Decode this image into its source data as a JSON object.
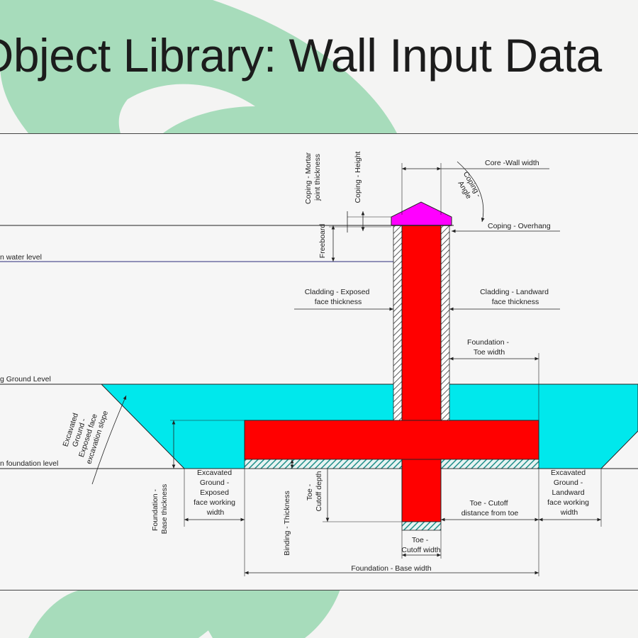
{
  "slide": {
    "title": "Object Library: Wall Input Data"
  },
  "diagram": {
    "levels": {
      "top_level": "",
      "water_level": "n water level",
      "ground_level": "g Ground Level",
      "foundation_level": "n foundation level"
    },
    "labels": {
      "coping_mortar": [
        "Coping - Mortar",
        "joint thickness"
      ],
      "coping_height": "Coping - Height",
      "core_wall_width": "Core -Wall width",
      "coping_angle": [
        "Coping -",
        "Angle"
      ],
      "coping_overhang": "Coping - Overhang",
      "freeboard": "Freeboard",
      "cladding_exposed": [
        "Cladding - Exposed",
        "face thickness"
      ],
      "cladding_landward": [
        "Cladding - Landward",
        "face thickness"
      ],
      "foundation_toe_width": [
        "Foundation -",
        "Toe width"
      ],
      "excavated_slope": [
        "Excavated",
        "Ground -",
        "Exposed face",
        "excavation slope"
      ],
      "excavated_exposed_width": [
        "Excavated",
        "Ground -",
        "Exposed",
        "face working",
        "width"
      ],
      "foundation_base_thickness": [
        "Foundation -",
        "Base thickness"
      ],
      "binding_thickness": "Binding - Thickness",
      "toe_cutoff_depth": [
        "Toe -",
        "Cutoff depth"
      ],
      "toe_cutoff_distance": [
        "Toe - Cutoff",
        "distance from toe"
      ],
      "excavated_landward_width": [
        "Excavated",
        "Ground -",
        "Landward",
        "face working",
        "width"
      ],
      "toe_cutoff_width": [
        "Toe -",
        "Cutoff width"
      ],
      "foundation_base_width": "Foundation - Base width"
    },
    "colors": {
      "wall": "#ff0000",
      "coping": "#ff00ff",
      "water": "#00e8ec",
      "hatch": "#1f8f8a",
      "accent": "#9fd6b3"
    }
  }
}
